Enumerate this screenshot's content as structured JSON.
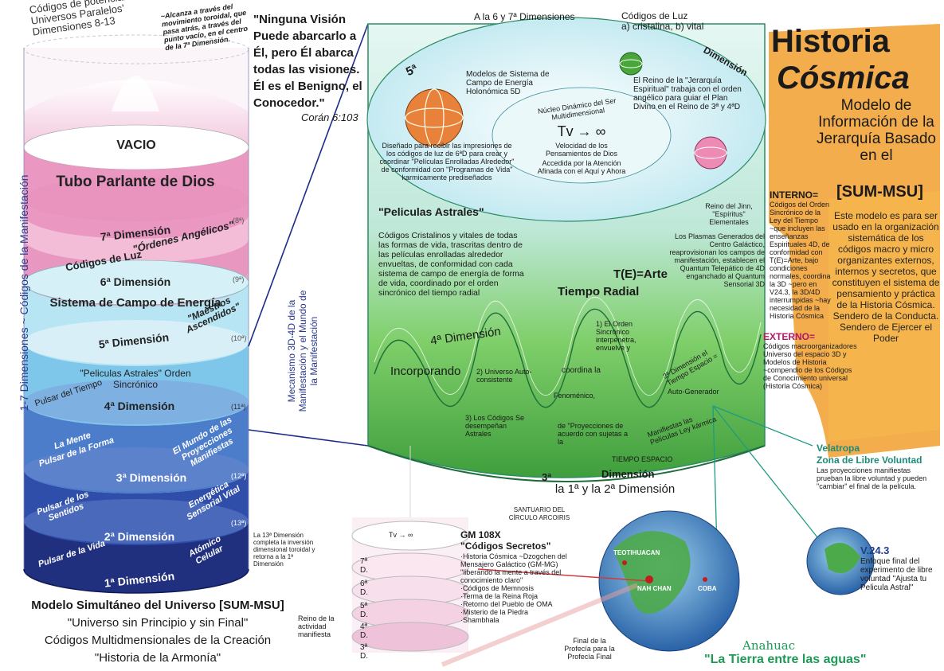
{
  "colors": {
    "cyl_top": "#f3d6e6",
    "vacio": "#f7c9df",
    "tubo": "#e88fbd",
    "dim7": "#f1b0cf",
    "dim6": "#e07fb2",
    "dim5": "#a8dff0",
    "dim4": "#5fb8e0",
    "dim3": "#3e6fc4",
    "dim2": "#2e4ca8",
    "dim1": "#1f2f85",
    "big_green": "#3fb24a",
    "teal": "#2f9d88",
    "orange_title": "#e58a13"
  },
  "top_left": {
    "codes_title": "Códigos de potencialidad de Universos Paralelos' Dimensiones 8-13",
    "note": "~Alcanza a través del movimiento toroidal, que pasa atrás, a través del punto vacío, en el centro de la 7ª Dimensión."
  },
  "quote": {
    "text": "\"Ninguna Visión Puede abarcarlo a Él, pero Él abarca todas las visiones. Él es el Benigno, el Conocedor.\"",
    "source": "Corán 6:103"
  },
  "cylinder": {
    "vertical_label": "1-7  Dimensiones ~ Códigos de la Manifestación",
    "vacio": "VACIO",
    "tubo": "Tubo Parlante de Dios",
    "dim7": "7ª Dimensión",
    "ordenes": "\"Órdenes Angélicos\"",
    "codigos_luz": "Códigos de Luz",
    "dim6": "6ª Dimensión",
    "sistema": "Sistema de Campo de Energía",
    "maestros": "\"Maestros Ascendidos\"",
    "dim5": "5ª Dimensión",
    "peliculas": "\"Peliculas Astrales\" Orden Sincrónico",
    "pulsar_tiempo": "Pulsar del Tiempo",
    "dim4": "4ª Dimensión",
    "mente": "La Mente",
    "pulsar_forma": "Pulsar de la Forma",
    "mundo": "El Mundo de las Proyecciones Manifiestas",
    "dim3": "3ª Dimensión",
    "pulsar_sentidos": "Pulsar de los Sentidos",
    "energetica": "Energética Sensorial Vital",
    "dim2": "2ª Dimensión",
    "pulsar_vida": "Pulsar de la Vida",
    "atomico": "Atómico Celular",
    "dim1": "1ª Dimensión",
    "n8": "(8ª)",
    "n9": "(9ª)",
    "n10": "(10ª)",
    "n11": "(11ª)",
    "n12": "(12ª)",
    "n13": "(13ª)",
    "note13": "La 13ª Dimensión completa la inversión dimensional toroidal y retorna a la 1ª Dimensión"
  },
  "mecanismo": "Mecanismo 3D-4D de la Manifestación y el Mundo de la Manifestación",
  "bottom_left": {
    "title": "Modelo Simultáneo del Universo [SUM-MSU]",
    "line1": "\"Universo sin Principio y sin Final\"",
    "line2": "Códigos Multidmensionales de la Creación",
    "line3": "\"Historia de la Armonía\""
  },
  "big": {
    "top_left": "A la 6 y 7ª Dimensiones",
    "top_right": "Códigos de Luz\na) cristalina, b) vital",
    "fifth": "5ª",
    "dimension_top": "Dimensión",
    "modelos": "Modelos de Sistema de Campo de Energía Holonómica 5D",
    "reino": "El Reino de la \"Jerarquía Espiritual\" trabaja con el orden angélico para guiar el Plan Divino en el Reino de 3ª y 4ªD",
    "nucleo": "Núcleo Dinámico del Ser Multidimensional",
    "tv": "Tv → ∞",
    "velocidad": "Velocidad de los Pensamientos de Dios",
    "accedida": "Accedida por la Atención Afinada con el Aquí y Ahora",
    "disenado": "Diseñado para recibir las impresiones de los códigos de luz de 6ªD para crear y coordinar \"Películas Enrolladas Alrededor\" de conformidad con \"Programas de Vida\" karmicamente prediseñados",
    "pel_title": "\"Peliculas Astrales\"",
    "pel_text": "Códigos Cristalinos y vitales de todas las formas de vida, trascritas dentro de las películas enrolladas alrededor envueltas, de conformidad con cada sistema de campo de energía de forma de vida, coordinado por el orden sincrónico del tiempo radial",
    "jinn": "Reino del Jinn, \"Espíritus\" Elementales",
    "plasmas": "Los Plasmas Generados del Centro Galáctico, reaprovisionan los campos de manifestación, establecen el Quantum Telepático de 4D enganchado al Quantum Sensorial 3D",
    "tearte": "T(E)=Arte",
    "tiempo_radial": "Tiempo Radial",
    "dim4": "4ª Dimensión",
    "incorporando": "Incorporando",
    "orden": "1) El Orden Sincrónico interpenetra, envuelve y",
    "coordina": "coordina la",
    "dim3_espacio": "3ª Dimensión el Tiempo Espacio =",
    "universo": "2) Universo Auto-consistente",
    "fenomenico": "Fenoménico,",
    "autogen": "Auto-Generador",
    "codigos3": "3) Los Códigos Se desempeñan Astrales",
    "proyecciones": "de \"Proyecciones de acuerdo con sujetas a la",
    "manifiestas": "Manifiestas las Películas Ley kármica",
    "tiempo_espacio": "TIEMPO ESPACIO",
    "dim3_bottom": "3ª",
    "dimension_bottom": "Dimensión",
    "bottom_row": "la 1ª  y  la 2ª Dimensión"
  },
  "right": {
    "title1": "Historia",
    "title2": "Cósmica",
    "modelo": "Modelo de Información de la Jerarquía Basado en el",
    "sum": "[SUM-MSU]",
    "interno_h": "INTERNO=",
    "interno": "Códigos del Orden Sincrónico de la Ley del Tiempo ~que incluyen las enseñanzas Espirituales 4D, de conformidad con T(E)=Arte, bajo condiciones normales, coordina la 3D ~pero en V24.3, la 3D/4D interrumpidas ~hay necesidad de la Historia Cósmica",
    "externo_h": "EXTERNO=",
    "externo": "Códigos macroorganizadores Universo del espacio 3D y Modelos de Historia ~compendio de los Códigos de Conocimiento universal (Historia Cósmica)",
    "este": "Este modelo es para ser usado en la organización sistemática de los códigos macro y micro organizantes externos, internos y secretos, que constituyen el sistema de pensamiento y práctica de la Historia Cósmica. Sendero de la Conducta. Sendero de Ejercer el Poder",
    "velatropa": "Velatropa",
    "zona": "Zona de Libre Voluntad",
    "zona_text": "Las proyecciones manifiestas prueban la libre voluntad y pueden \"cambiar\" el final de la película.",
    "v243": "V.24.3",
    "v243_text": "Enfoque final del experimento de libre voluntad \"Ajusta tu Pelicula Astral\""
  },
  "bottom_mid": {
    "tv": "Tv → ∞",
    "d7": "7ª D.",
    "d6": "6ª D.",
    "d5": "5ª D.",
    "d4": "4ª D.",
    "d3": "3ª D.",
    "reino": "Reino de la actividad manifiesta",
    "santuario": "SANTUARIO DEL CÍRCULO ARCOIRIS",
    "gm_title": "GM 108X",
    "gm_sub": "\"Códigos Secretos\"",
    "gm_list": [
      "·Historia Cósmica ~Dzogchen del Mensajero Galáctico (GM-MG)",
      "\"liberando la mente a través del conocimiento claro\"",
      "·Códigos de Memnosis",
      "·Terma de la Reina Roja",
      "·Retorno del Pueblo de OMA",
      "·Misterio de la Piedra",
      "·Shambhala"
    ],
    "teotihuacan": "TEOTIHUACAN",
    "nahchan": "NAH CHAN",
    "coba": "COBA",
    "final": "Final de la Profecía para la Profecía Final",
    "anahuac": "Anahuac",
    "tierra": "\"La Tierra entre las aguas\""
  }
}
